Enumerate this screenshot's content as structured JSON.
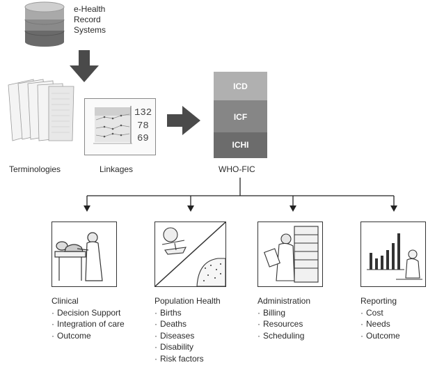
{
  "ehr": {
    "label_lines": [
      "e-Health",
      "Record",
      "Systems"
    ]
  },
  "sources": {
    "terminologies": "Terminologies",
    "linkages": "Linkages"
  },
  "linkage_values": [
    "132",
    "78",
    "69"
  ],
  "who_fic": {
    "label": "WHO-FIC",
    "layers": [
      "ICD",
      "ICF",
      "ICHI"
    ]
  },
  "uses": [
    {
      "title": "Clinical",
      "items": [
        "Decision Support",
        "Integration of care",
        "Outcome"
      ]
    },
    {
      "title": "Population Health",
      "items": [
        "Births",
        "Deaths",
        "Diseases",
        "Disability",
        "Risk factors"
      ]
    },
    {
      "title": "Administration",
      "items": [
        "Billing",
        "Resources",
        "Scheduling"
      ]
    },
    {
      "title": "Reporting",
      "items": [
        "Cost",
        "Needs",
        "Outcome"
      ]
    }
  ]
}
